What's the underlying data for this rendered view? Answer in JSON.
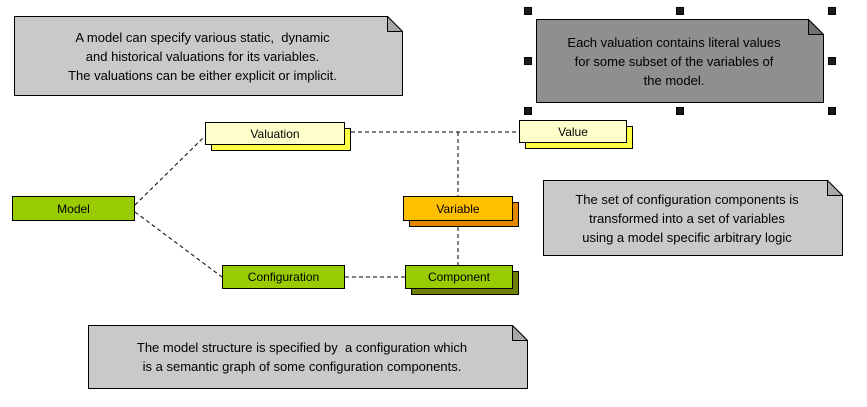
{
  "colors": {
    "note_bg": "#c9c9c9",
    "note_fold": "#a8a8a8",
    "selected_note_bg": "#8f8f8f",
    "selected_note_fold": "#707070",
    "green": "#99cc00",
    "pale_yellow": "#ffffcc",
    "bright_yellow": "#ffff44",
    "orange": "#ffc000",
    "dark_orange": "#e08600",
    "dark_olive": "#6e7e00",
    "line": "#000000"
  },
  "nodes": {
    "model": {
      "label": "Model"
    },
    "valuation": {
      "label": "Valuation"
    },
    "value": {
      "label": "Value"
    },
    "variable": {
      "label": "Variable"
    },
    "configuration": {
      "label": "Configuration"
    },
    "component": {
      "label": "Component"
    }
  },
  "notes": {
    "model_note": {
      "lines": [
        "A model can specify various static,  dynamic",
        "and historical valuations for its variables.",
        "The valuations can be either explicit or implicit."
      ]
    },
    "valuation_note": {
      "selected": "true",
      "lines": [
        "Each valuation contains literal values",
        "for some subset of the variables of",
        "the model."
      ]
    },
    "variables_note": {
      "lines": [
        "The set of configuration components is",
        "transformed into a set of variables",
        "using a model specific arbitrary logic"
      ]
    },
    "configuration_note": {
      "lines": [
        "The model structure is specified by  a configuration which",
        "is a semantic graph of some configuration components."
      ]
    }
  }
}
